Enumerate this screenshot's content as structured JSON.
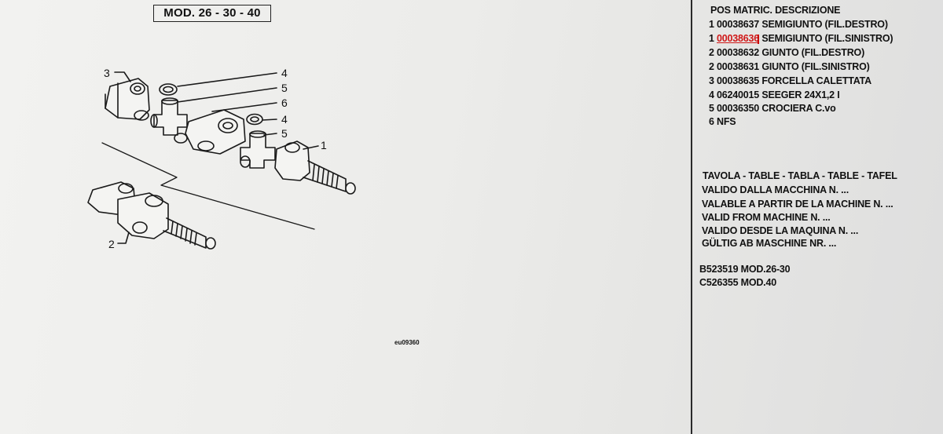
{
  "drawing": {
    "model_label": "MOD. 26 - 30 - 40",
    "drawing_code": "eu09360",
    "callouts": [
      "3",
      "4",
      "5",
      "6",
      "4",
      "5",
      "1",
      "2"
    ]
  },
  "parts_list": {
    "header": "POS MATRIC. DESCRIZIONE",
    "rows": [
      {
        "pos": "1",
        "matric": "00038637",
        "desc": "SEMIGIUNTO (FIL.DESTRO)"
      },
      {
        "pos": "1",
        "matric": "00038636",
        "desc": "SEMIGIUNTO (FIL.SINISTRO)"
      },
      {
        "pos": "2",
        "matric": "00038632",
        "desc": "GIUNTO (FIL.DESTRO)"
      },
      {
        "pos": "2",
        "matric": "00038631",
        "desc": "GIUNTO (FIL.SINISTRO)"
      },
      {
        "pos": "3",
        "matric": "00038635",
        "desc": "FORCELLA CALETTATA"
      },
      {
        "pos": "4",
        "matric": "06240015",
        "desc": "SEEGER 24X1,2 I"
      },
      {
        "pos": "5",
        "matric": "00036350",
        "desc": "CROCIERA C.vo"
      },
      {
        "pos": "6",
        "matric": "",
        "desc": "NFS"
      }
    ],
    "highlight_color": "#d01818"
  },
  "validity": {
    "table_label": "TAVOLA - TABLE - TABLA - TABLE - TAFEL",
    "lines": [
      "VALIDO DALLA MACCHINA N. ...",
      "VALABLE A PARTIR DE LA MACHINE N. ...",
      "VALID FROM MACHINE N. ...",
      "VALIDO DESDE LA MAQUINA N. ...",
      "GÜLTIG AB MASCHINE NR. ..."
    ],
    "serials": [
      "B523519 MOD.26-30",
      "C526355 MOD.40"
    ]
  }
}
